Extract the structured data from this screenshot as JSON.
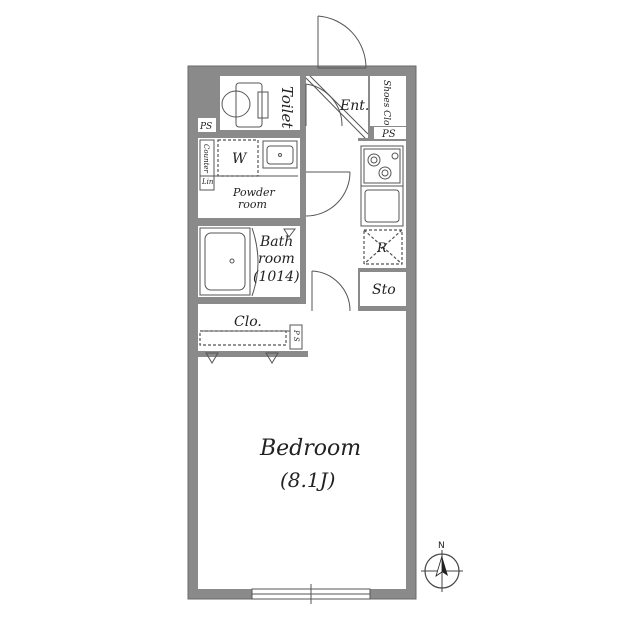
{
  "rooms": {
    "toilet": "Toilet",
    "entrance": "Ent.",
    "shoes_closet": "Shoes Clo",
    "ps_top_left": "PS",
    "ps_top_right": "PS",
    "washer": "W",
    "counter": "Counter",
    "linen": "Lin",
    "powder_room_line1": "Powder",
    "powder_room_line2": "room",
    "bathroom_line1": "Bath",
    "bathroom_line2": "room",
    "bathroom_size": "(1014)",
    "refrigerator": "R",
    "storage": "Sto",
    "closet": "Clo.",
    "ps_closet": "P S",
    "bedroom": "Bedroom",
    "bedroom_size": "(8.1J)"
  },
  "compass": {
    "north": "N"
  }
}
